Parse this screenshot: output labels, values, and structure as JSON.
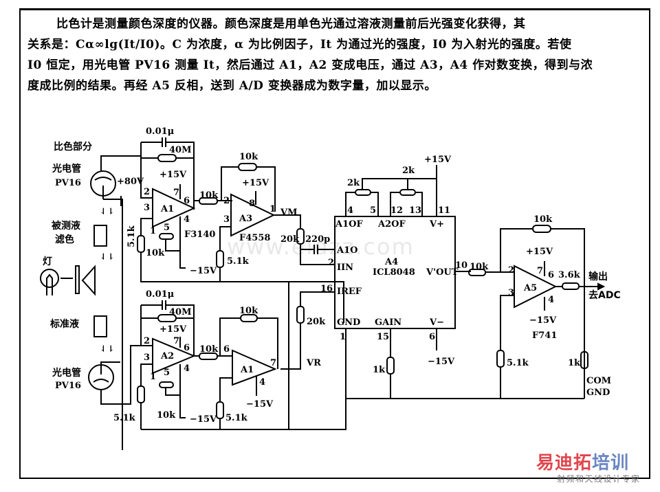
{
  "description": {
    "lines": [
      "比色计是测量颜色深度的仪器。颜色深度是用单色光通过溶液测量前后光强变化获得，其",
      "关系是：Cα∞lg(It/I0)。C 为浓度，α 为比例因子，It 为通过光的强度，I0 为入射光的强度。若使",
      "I0 恒定，用光电管 PV16 测量 It，然后通过 A1，A2 变成电压，通过 A3，A4 作对数变换，得到与浓",
      "度成比例的结果。再经 A5 反相，送到 A/D 变换器成为数字量，加以显示。"
    ]
  },
  "optics": {
    "section_title": "比色部分",
    "phototube_top": {
      "label_cn": "光电管",
      "label_model": "PV16",
      "supply": "+80V"
    },
    "sample_filter": {
      "line1": "被测液",
      "line2": "滤色"
    },
    "lamp": "灯",
    "reference": "标准液",
    "phototube_bottom": {
      "label_cn": "光电管",
      "label_model": "PV16"
    }
  },
  "stage1_top": {
    "cap": "0.01μ",
    "res_fb": "40M",
    "vplus": "+15V",
    "vminus": "−15V",
    "opamp": "A1",
    "model": "F3140",
    "pins": {
      "inv": "2",
      "noninv": "3",
      "vp": "7",
      "out": "6",
      "vn": "4",
      "n1": "1",
      "n5": "5"
    },
    "res_in": "5.1k",
    "trim": "10k",
    "res_out": "10k"
  },
  "stage2_top": {
    "res_fb": "10k",
    "vplus": "+15V",
    "opamp": "A3",
    "model": "F4558",
    "pins": {
      "inv": "2",
      "noninv": "3",
      "vp": "8",
      "out": "1"
    },
    "res_gnd": "5.1k",
    "out_label": "VM",
    "res_series": "20k",
    "cap": "220p"
  },
  "stage1_bottom": {
    "cap": "0.01μ",
    "res_fb": "40M",
    "vplus": "+15V",
    "vminus": "−15V",
    "opamp": "A2",
    "pins": {
      "inv": "2",
      "noninv": "3",
      "vp": "7",
      "out": "6",
      "vn": "4",
      "n1": "1",
      "n5": "5"
    },
    "res_in": "5.1k",
    "trim": "10k",
    "res_out": "10k"
  },
  "stage2_bottom": {
    "res_fb": "10k",
    "vminus": "−15V",
    "opamp": "A1",
    "pins": {
      "inv": "6",
      "out": "7",
      "vn": "4"
    },
    "res_gnd": "5.1k",
    "out_label": "VR",
    "res_ref": "20k"
  },
  "ic": {
    "name": "A4",
    "model": "ICL8048",
    "supply": "+15V",
    "pot1": "2k",
    "pot2": "2k",
    "pins": {
      "a1of": "A1OF",
      "a2of": "A2OF",
      "vp": "V+",
      "a1o": "A1O",
      "iin": "IIN",
      "iref": "IREF",
      "vout": "V'OUT",
      "gnd": "GND",
      "gain": "GAIN",
      "vn": "V−"
    },
    "pin_numbers": {
      "p4": "4",
      "p5": "5",
      "p12": "12",
      "p13": "13",
      "p11": "11",
      "p2": "2",
      "p16": "16",
      "p10": "10",
      "p1": "1",
      "p15": "15",
      "p6": "6"
    },
    "vminus": "−15V",
    "gain_res": "1k"
  },
  "stage_out": {
    "res_in": "10k",
    "res_fb": "10k",
    "vplus": "+15V",
    "vminus": "−15V",
    "opamp": "A5",
    "model": "F741",
    "pins": {
      "inv": "2",
      "noninv": "3",
      "vp": "7",
      "out": "6",
      "vn": "4"
    },
    "res_out": "3.6k",
    "res_gnd": "5.1k",
    "res_load": "1k",
    "output_label1": "输出",
    "output_label2": "去ADC",
    "com_label1": "COM",
    "com_label2": "GND"
  },
  "watermark": {
    "site": "www.eldzz.com",
    "brand_red": "易迪拓",
    "brand_blue": "培训",
    "tagline": "射频和天线设计专家"
  }
}
